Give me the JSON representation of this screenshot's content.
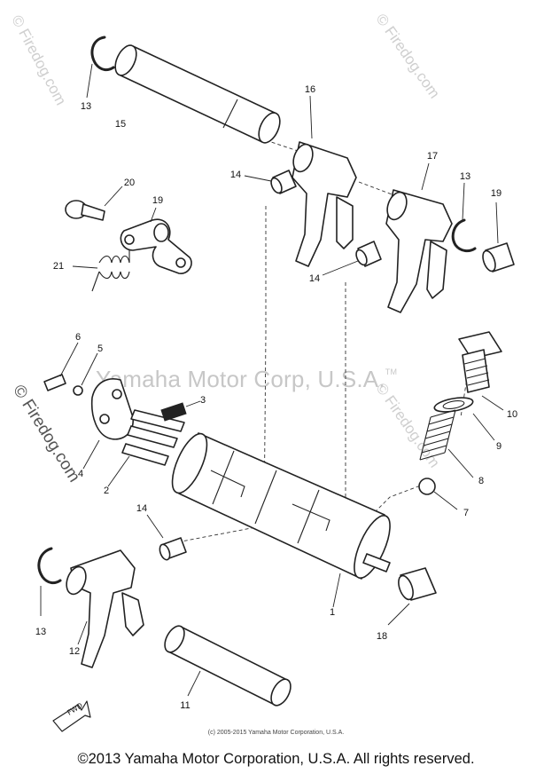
{
  "watermarks": {
    "main": "Yamaha Motor Corp, U.S.A.",
    "tm": "TM",
    "firedog": "© Firedog.com"
  },
  "callouts": [
    {
      "id": "c13a",
      "text": "13"
    },
    {
      "id": "c15",
      "text": "15"
    },
    {
      "id": "c16a",
      "text": "16"
    },
    {
      "id": "c14a",
      "text": "14"
    },
    {
      "id": "c17",
      "text": "17"
    },
    {
      "id": "c13b",
      "text": "13"
    },
    {
      "id": "c19a",
      "text": "19"
    },
    {
      "id": "c20",
      "text": "20"
    },
    {
      "id": "c19b",
      "text": "19"
    },
    {
      "id": "c21",
      "text": "21"
    },
    {
      "id": "c14b",
      "text": "14"
    },
    {
      "id": "c6",
      "text": "6"
    },
    {
      "id": "c5",
      "text": "5"
    },
    {
      "id": "c3",
      "text": "3"
    },
    {
      "id": "c4",
      "text": "4"
    },
    {
      "id": "c2",
      "text": "2"
    },
    {
      "id": "c10",
      "text": "10"
    },
    {
      "id": "c9",
      "text": "9"
    },
    {
      "id": "c8",
      "text": "8"
    },
    {
      "id": "c7",
      "text": "7"
    },
    {
      "id": "c14c",
      "text": "14"
    },
    {
      "id": "c1",
      "text": "1"
    },
    {
      "id": "c13c",
      "text": "13"
    },
    {
      "id": "c12",
      "text": "12"
    },
    {
      "id": "c11",
      "text": "11"
    },
    {
      "id": "c18",
      "text": "18"
    }
  ],
  "fwd_label": "FWD",
  "footnote": "(c) 2005-2015 Yamaha Motor Corporation, U.S.A.",
  "copyright": "©2013 Yamaha Motor Corporation, U.S.A. All rights reserved."
}
